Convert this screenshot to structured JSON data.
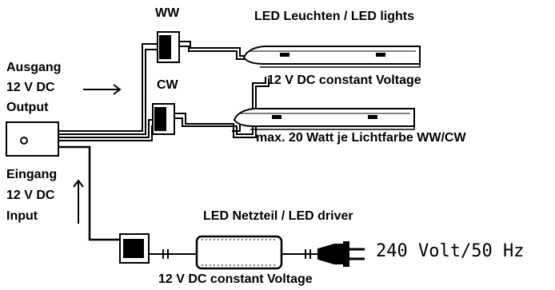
{
  "labels": {
    "ww": "WW",
    "cw": "CW",
    "led_lights": "LED Leuchten / LED lights",
    "constant_voltage_top": "12 V DC constant Voltage",
    "max_watt": "max. 20 Watt je Lichtfarbe WW/CW",
    "ausgang": "Ausgang",
    "output_voltage": "12 V DC",
    "output": "Output",
    "eingang": "Eingang",
    "input_voltage": "12 V DC",
    "input": "Input",
    "led_driver": "LED Netzteil / LED driver",
    "mains": "240 Volt/50 Hz",
    "constant_voltage_bottom": "12 V DC constant Voltage"
  }
}
